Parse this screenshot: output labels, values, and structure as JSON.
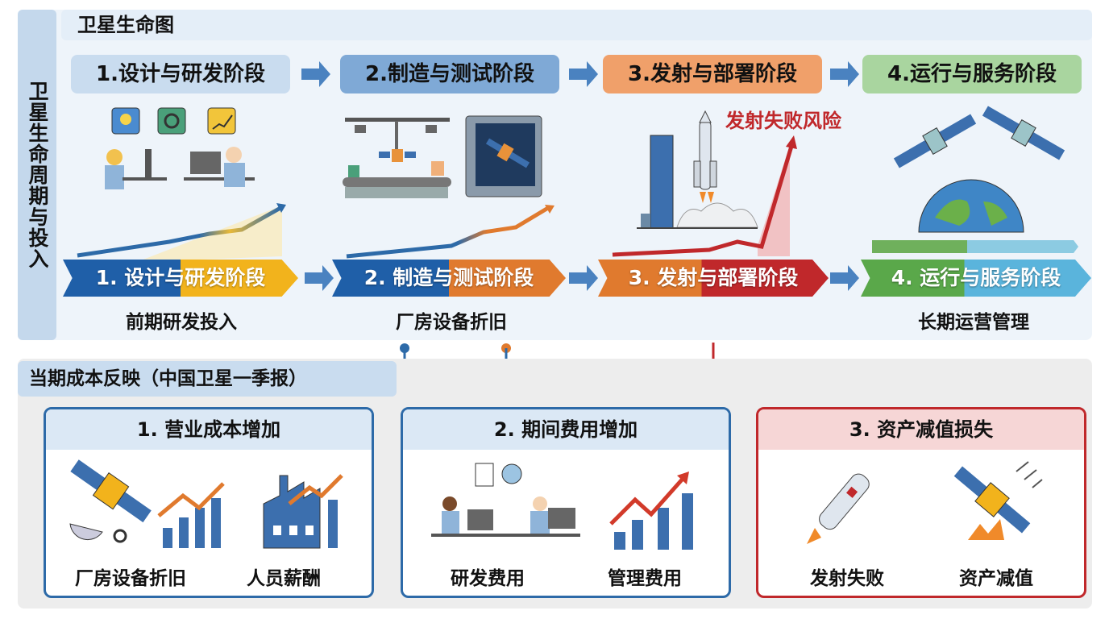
{
  "side_title": "卫星生命周期与投入",
  "top_title": "卫星生命图",
  "stages": [
    {
      "label": "1.设计与研发阶段",
      "color": "#c9dcef"
    },
    {
      "label": "2.制造与测试阶段",
      "color": "#7fa9d6"
    },
    {
      "label": "3.发射与部署阶段",
      "color": "#f0a06a"
    },
    {
      "label": "4.运行与服务阶段",
      "color": "#a9d59f"
    }
  ],
  "chevrons": [
    {
      "label": "1. 设计与研发阶段",
      "caption": "前期研发投入"
    },
    {
      "label": "2. 制造与测试阶段",
      "caption": "厂房设备折旧"
    },
    {
      "label": "3. 发射与部署阶段",
      "caption": ""
    },
    {
      "label": "4. 运行与服务阶段",
      "caption": "长期运营管理"
    }
  ],
  "risk_label": "发射失败风险",
  "bottom_title": "当期成本反映（中国卫星一季报）",
  "boxes": [
    {
      "title": "1. 营业成本增加",
      "items": [
        "厂房设备折旧",
        "人员薪酬"
      ]
    },
    {
      "title": "2. 期间费用增加",
      "items": [
        "研发费用",
        "管理费用"
      ]
    },
    {
      "title": "3. 资产减值损失",
      "items": [
        "发射失败",
        "资产减值"
      ]
    }
  ],
  "colors": {
    "blue": "#2d6aa8",
    "orange": "#e07a2e",
    "red": "#c0282b",
    "green": "#5aa84a"
  }
}
